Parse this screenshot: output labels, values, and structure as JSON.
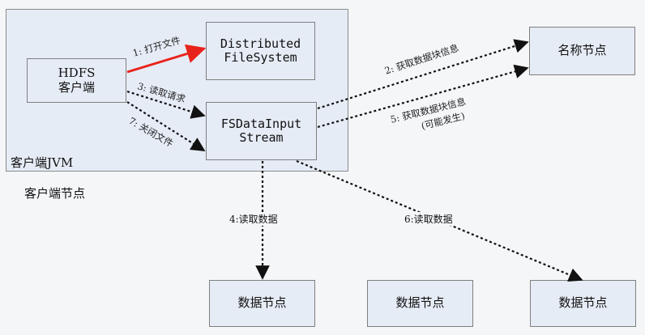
{
  "client": {
    "hdfs_line1": "HDFS",
    "hdfs_line2": "客户端",
    "distributed_line1": "Distributed",
    "distributed_line2": "FileSystem",
    "fsdata_line1": "FSDataInput",
    "fsdata_line2": "Stream",
    "jvm_label": "客户端JVM",
    "node_label": "客户端节点"
  },
  "namenode": {
    "label": "名称节点"
  },
  "datanodes": [
    {
      "label": "数据节点"
    },
    {
      "label": "数据节点"
    },
    {
      "label": "数据节点"
    }
  ],
  "edges": {
    "open_file": "1: 打开文件",
    "read_request": "3: 读取请求",
    "close_file": "7: 关闭文件",
    "get_block_info": "2: 获取数据块信息",
    "get_block_info_again_line1": "5: 获取数据块信息",
    "get_block_info_again_line2": "(可能发生)",
    "read_data_4": "4:读取数据",
    "read_data_6": "6:读取数据"
  },
  "colors": {
    "open_file_arrow": "#e8231b",
    "dotted_arrow": "#111111",
    "box_fill": "#e6ecf6",
    "background": "#f5f6f8"
  }
}
